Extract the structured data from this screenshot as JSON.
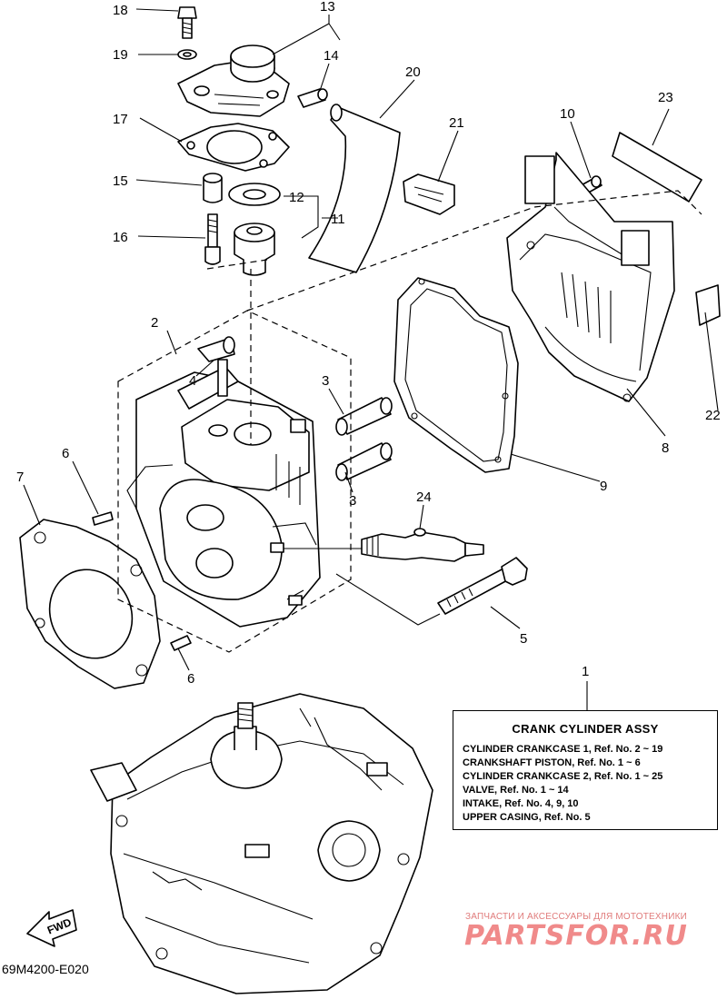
{
  "callouts": {
    "c1": "1",
    "c2": "2",
    "c3a": "3",
    "c3b": "3",
    "c4": "4",
    "c5": "5",
    "c6a": "6",
    "c6b": "6",
    "c7": "7",
    "c8": "8",
    "c9": "9",
    "c10": "10",
    "c11": "11",
    "c12": "12",
    "c13": "13",
    "c14": "14",
    "c15": "15",
    "c16": "16",
    "c17": "17",
    "c18": "18",
    "c19": "19",
    "c20": "20",
    "c21": "21",
    "c22": "22",
    "c23": "23",
    "c24": "24"
  },
  "reference_box": {
    "title": "CRANK CYLINDER ASSY",
    "lines": [
      "CYLINDER CRANKCASE 1,   Ref. No. 2 ~ 19",
      "CRANKSHAFT PISTON,  Ref. No. 1 ~ 6",
      "CYLINDER CRANKCASE 2,  Ref. No. 1 ~ 25",
      "VALVE,  Ref. No. 1 ~ 14",
      "INTAKE,  Ref. No. 4, 9, 10",
      "UPPER CASING,  Ref. No. 5"
    ]
  },
  "fwd_label": "FWD",
  "diagram_code": "69M4200-E020",
  "watermark": {
    "top_text": "ЗАПЧАСТИ И АКСЕССУАРЫ ДЛЯ МОТОТЕХНИКИ",
    "logo_text": "PARTSFOR.RU"
  }
}
